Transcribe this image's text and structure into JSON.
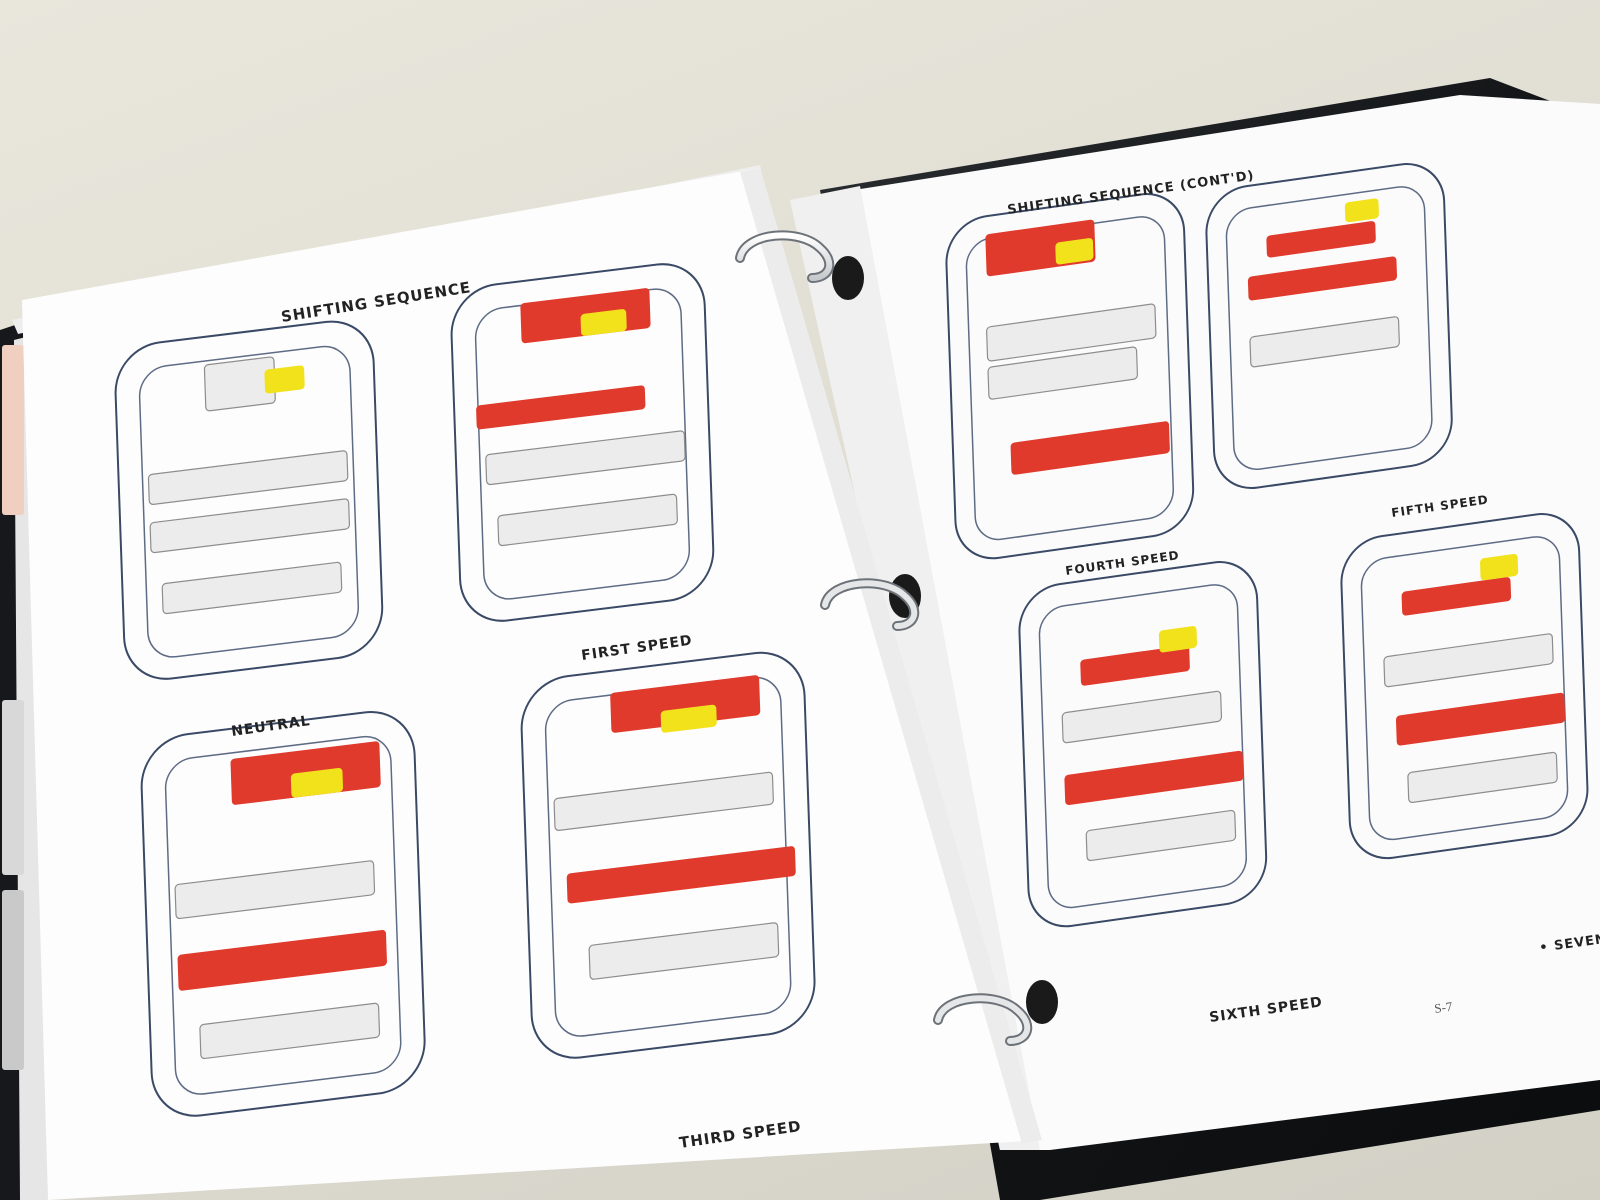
{
  "left_page": {
    "title": "SHIFTING SEQUENCE",
    "diagrams": [
      {
        "caption": "NEUTRAL"
      },
      {
        "caption": "FIRST SPEED"
      },
      {
        "caption": "THIRD SPEED"
      }
    ]
  },
  "right_page": {
    "title": "SHIFTING SEQUENCE (CONT'D)",
    "page_number": "S-7",
    "diagrams": [
      {
        "caption": "FOURTH SPEED"
      },
      {
        "caption": "FIFTH SPEED"
      },
      {
        "caption": "SIXTH SPEED"
      },
      {
        "caption": "• SEVEN"
      }
    ]
  },
  "colors": {
    "engaged_gear": "#e03a2c",
    "shift_fork": "#f2e21c",
    "binder_cover": "#15171a",
    "desk": "#e3e1d6",
    "paper": "#fbfbfb"
  }
}
